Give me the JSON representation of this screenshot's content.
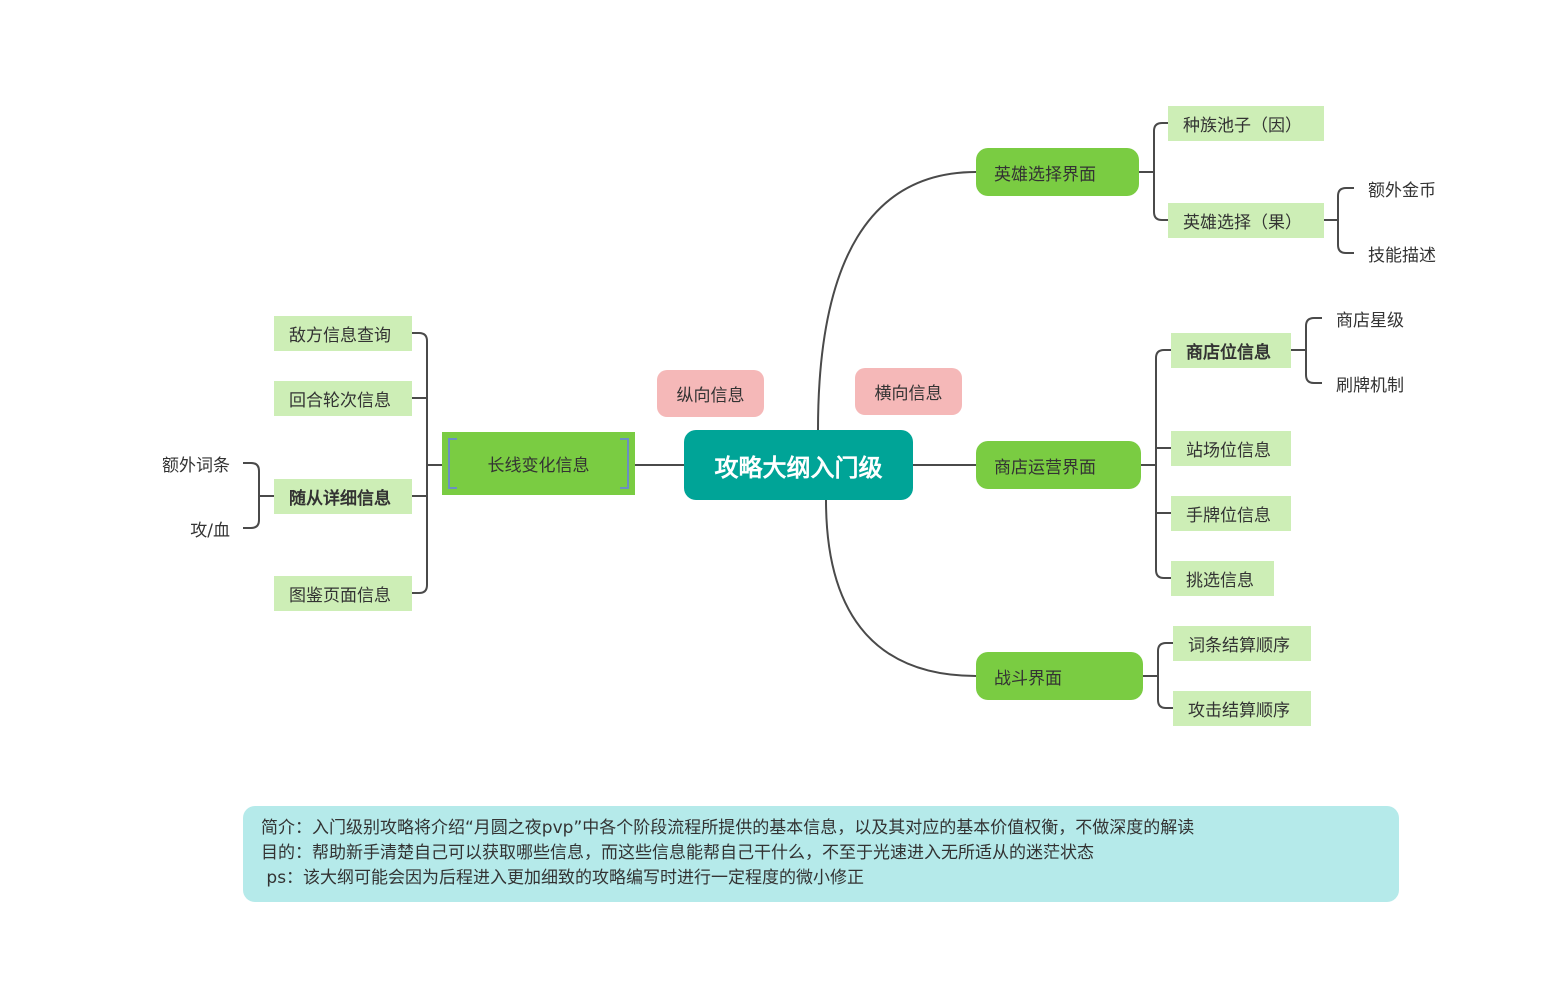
{
  "root": {
    "label": "攻略大纲入门级"
  },
  "labels": {
    "vertical": "纵向信息",
    "horizontal": "横向信息"
  },
  "right": {
    "hero_select": {
      "label": "英雄选择界面",
      "race_pool": "种族池子（因）",
      "hero_pick": "英雄选择（果）",
      "extra_gold": "额外金币",
      "skill_desc": "技能描述"
    },
    "shop": {
      "label": "商店运营界面",
      "shop_slot": "商店位信息",
      "shop_star": "商店星级",
      "refresh": "刷牌机制",
      "field_slot": "站场位信息",
      "hand_slot": "手牌位信息",
      "pick": "挑选信息"
    },
    "battle": {
      "label": "战斗界面",
      "entry_order": "词条结算顺序",
      "attack_order": "攻击结算顺序"
    }
  },
  "left": {
    "long_term": {
      "label": "长线变化信息",
      "enemy_query": "敌方信息查询",
      "round_info": "回合轮次信息",
      "minion_detail": "随从详细信息",
      "extra_entry": "额外词条",
      "atk_hp": "攻/血",
      "codex": "图鉴页面信息"
    }
  },
  "summary": {
    "line1": "简介：入门级别攻略将介绍“月圆之夜pvp”中各个阶段流程所提供的基本信息，以及其对应的基本价值权衡，不做深度的解读",
    "line2": "目的：帮助新手清楚自己可以获取哪些信息，而这些信息能帮自己干什么，不至于光速进入无所适从的迷茫状态",
    "line3": " ps：该大纲可能会因为后程进入更加细致的攻略编写时进行一定程度的微小修正"
  },
  "colors": {
    "root": "#00a497",
    "main": "#7acc42",
    "sub": "#cdeeb6",
    "pink": "#f5b8b8",
    "summary": "#b5eaea",
    "line": "#4a4a4a"
  }
}
